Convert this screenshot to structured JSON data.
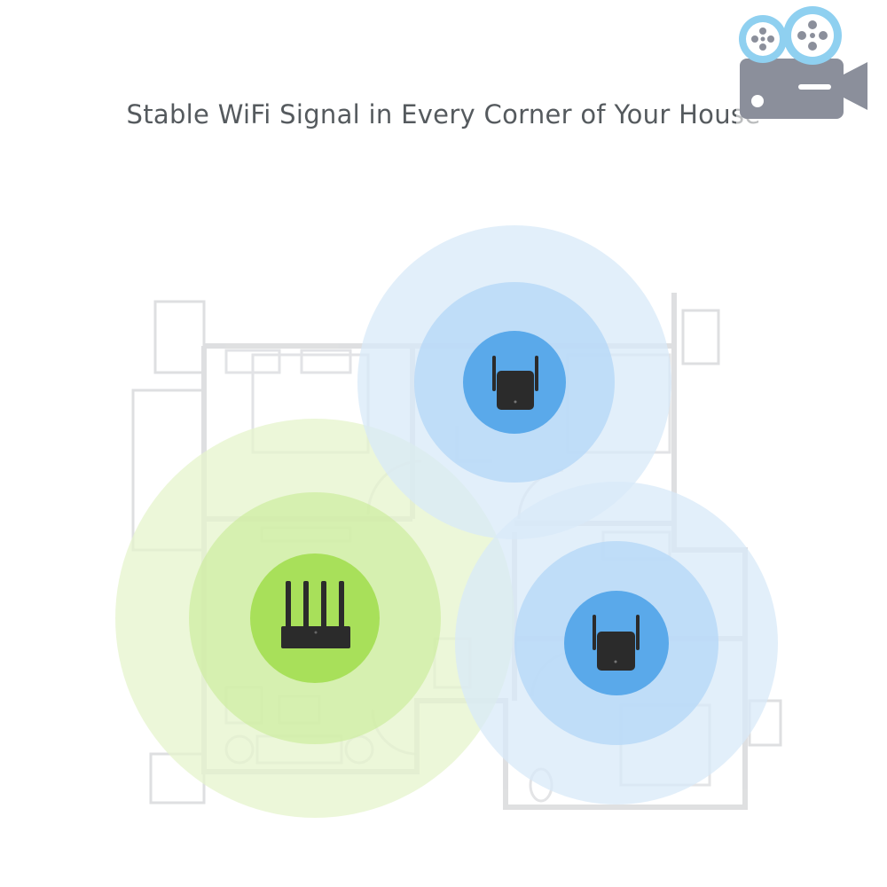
{
  "headline": "Stable WiFi Signal in Every Corner of Your House",
  "colors": {
    "background": "#ffffff",
    "headline": "#555a5e",
    "wall": "#d9dadc",
    "green_outer": "#e6f4cc",
    "green_middle": "#cdec9e",
    "green_core": "#a8e05a",
    "blue_outer": "#d8e9f8",
    "blue_middle": "#b6d8f7",
    "blue_core": "#5aa9ea",
    "device": "#2b2b2b",
    "watermark_body": "#8b8f9b",
    "watermark_reel": "#8fd0f0"
  },
  "devices": [
    {
      "name": "router",
      "icon": "router-icon",
      "signal": "green"
    },
    {
      "name": "repeater-top",
      "icon": "repeater-icon",
      "signal": "blue"
    },
    {
      "name": "repeater-bottom",
      "icon": "repeater-icon",
      "signal": "blue"
    }
  ],
  "watermark": {
    "icon": "film-camera-icon"
  }
}
